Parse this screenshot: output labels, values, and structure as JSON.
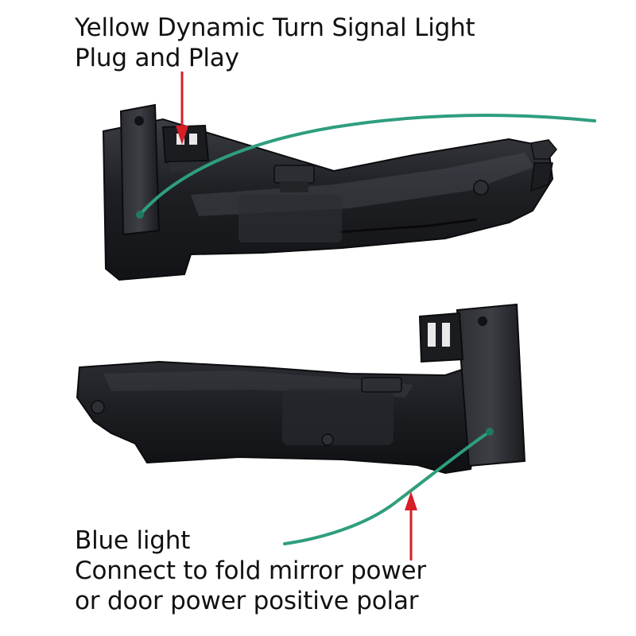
{
  "top_caption": {
    "line1": "Yellow Dynamic Turn Signal Light",
    "line2": "Plug and Play"
  },
  "bottom_caption": {
    "line1": "Blue light",
    "line2": "Connect to fold mirror power",
    "line3": "or door power positive polar"
  },
  "colors": {
    "background": "#ffffff",
    "housing": "#1c1d20",
    "housing_highlight": "#3a3c42",
    "wire": "#2f9e7e",
    "arrow": "#d61f26"
  }
}
